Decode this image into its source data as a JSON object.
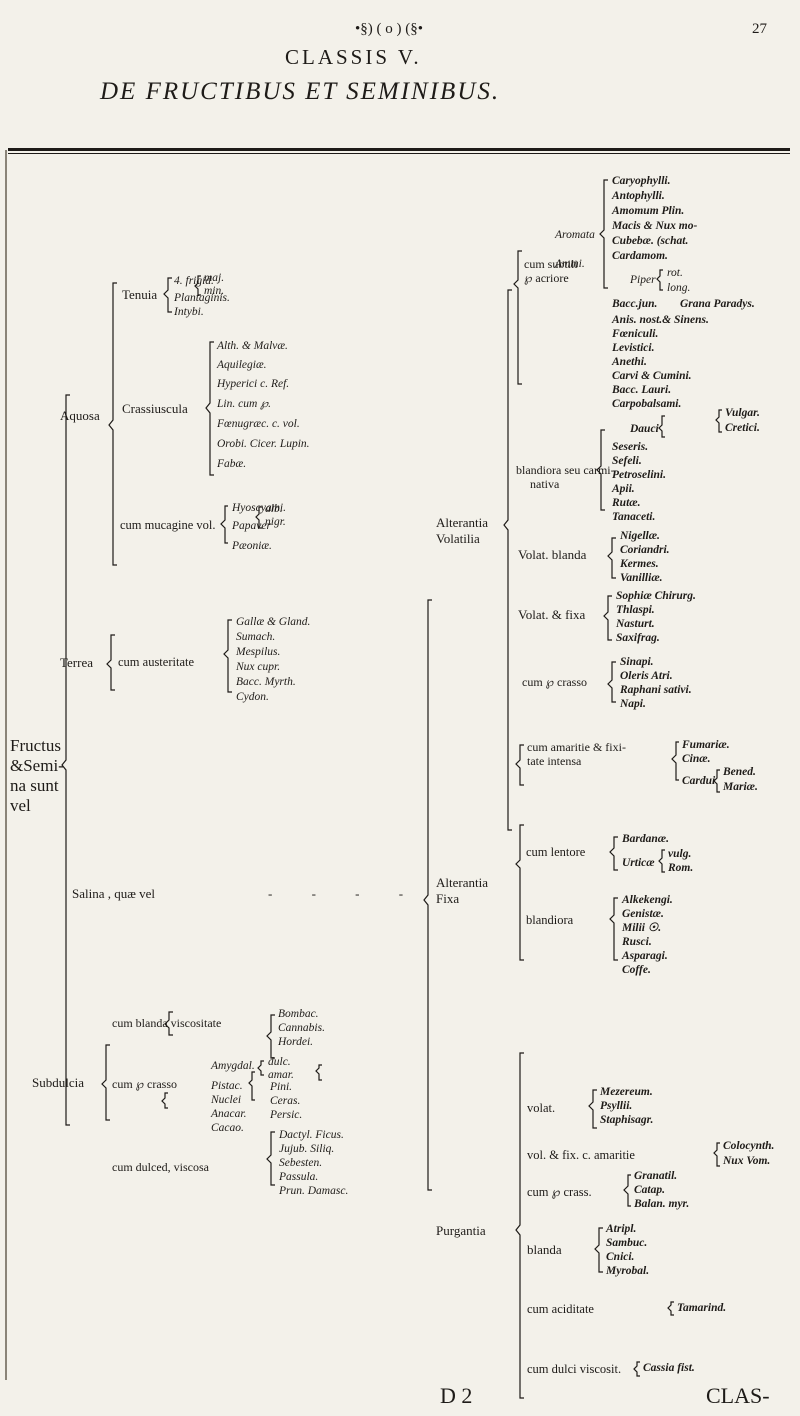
{
  "header": {
    "page_marks": "•§) ( o ) (§•",
    "page_number": "27",
    "classis": "CLASSIS V.",
    "title": "DE FRUCTIBUS ET SEMINIBUS."
  },
  "root": {
    "line1": "Fructus",
    "line2": "&Semi-",
    "line3": "na sunt",
    "line4": "vel"
  },
  "aquosa": {
    "label": "Aquosa",
    "tenuia": {
      "label": "Tenuia",
      "c4": "4. frigid.",
      "maj": "maj.",
      "min": "min.",
      "plantaginis": "Plantaginis.",
      "intybi": "Intybi."
    },
    "crassiuscula": {
      "label": "Crassiuscula",
      "items": [
        "Alth. & Malvæ.",
        "Aquilegiæ.",
        "Hyperici c. Ref.",
        "Lin. cum ℘.",
        "Fœnugræc. c. vol.",
        "Orobi. Cicer. Lupin.",
        "Fabæ."
      ]
    },
    "mucagine": {
      "label": "cum mucagine vol.",
      "hyoscyami": "Hyoscyami.",
      "papaver": "Papaver",
      "alb": "alb.",
      "nigr": "nigr.",
      "paeoniae": "Pæoniæ."
    }
  },
  "terrea": {
    "label": "Terrea",
    "sub": "cum austeritate",
    "items": [
      "Gallæ & Gland.",
      "Sumach.",
      "Mespilus.",
      "Nux cupr.",
      "Bacc. Myrth.",
      "Cydon."
    ]
  },
  "salina": {
    "label": "Salina , quæ vel",
    "dashes": "- - - -"
  },
  "subdulcia": {
    "label": "Subdulcia",
    "blanda": {
      "label": "cum blanda viscositate",
      "items": [
        "Bombac.",
        "Cannabis.",
        "Hordei."
      ]
    },
    "crasso": {
      "label": "cum ℘ crasso",
      "amygdal": "Amygdal.",
      "dulc": "dulc.",
      "amar": "amar.",
      "pistac": "Pistac.",
      "nuclei": "Nuclei",
      "anacar": "Anacar.",
      "cacao": "Cacao.",
      "pini": "Pini.",
      "ceras": "Ceras.",
      "persic": "Persic."
    },
    "dulced": {
      "label": "cum dulced, viscosa",
      "items": [
        "Dactyl. Ficus.",
        "Jujub. Siliq.",
        "Sebesten.",
        "Passula.",
        "Prun. Damasc."
      ]
    }
  },
  "alterantia_volatilia": {
    "label1": "Alterantia",
    "label2": "Volatilia",
    "fubtili": {
      "label1": "cum subtili",
      "label2": "℘ acriore",
      "aromata": "Aromata",
      "ammi": "Ammi.",
      "aromata_items": [
        "Caryophylli.",
        "Antophylli.",
        "Amomum Plin.",
        "Macis & Nux mo-",
        "Cubebæ. (schat.",
        "Cardamom."
      ],
      "piper": "Piper",
      "rot": "rot.",
      "long": "long.",
      "bacc_jun": "Bacc.jun.",
      "grana": "Grana Paradys.",
      "acriore_items": [
        "Anis. nost.& Sinens.",
        "Fœniculi.",
        "Levistici.",
        "Anethi.",
        "Carvi & Cumini.",
        "Bacc. Lauri.",
        "Carpobalsami."
      ]
    },
    "blandiora": {
      "label1": "blandiora seu carmi-",
      "label2": "nativa",
      "dauci": "Dauci",
      "vulgar": "Vulgar.",
      "cretici": "Cretici.",
      "items": [
        "Seseris.",
        "Sefeli.",
        "Petroselini.",
        "Apii.",
        "Rutæ.",
        "Tanaceti."
      ]
    },
    "volat_blanda": {
      "label": "Volat. blanda",
      "items": [
        "Nigellæ.",
        "Coriandri.",
        "Kermes.",
        "Vanilliæ."
      ]
    },
    "volat_fixa": {
      "label": "Volat. & fixa",
      "items": [
        "Sophiæ Chirurg.",
        "Thlaspi.",
        "Nasturt.",
        "Saxifrag."
      ]
    },
    "crasso": {
      "label": "cum ℘ crasso",
      "items": [
        "Sinapi.",
        "Oleris Atri.",
        "Raphani sativi.",
        "Napi."
      ]
    },
    "amaritie": {
      "label1": "cum amaritie & fixi-",
      "label2": "tate intensa",
      "fumariae": "Fumariæ.",
      "cinae": "Cinæ.",
      "cardui": "Cardui",
      "bened": "Bened.",
      "mariae": "Mariæ."
    }
  },
  "alterantia_fixa": {
    "label1": "Alterantia",
    "label2": "Fixa",
    "lentore": {
      "label": "cum lentore",
      "bardanae": "Bardanæ.",
      "urticae": "Urticæ",
      "vulg": "vulg.",
      "rom": "Rom."
    },
    "blandiora": {
      "label": "blandiora",
      "items": [
        "Alkekengi.",
        "Genistæ.",
        "Milii ☉.",
        "Rusci.",
        "Asparagi.",
        "Coffe."
      ]
    }
  },
  "purgantia": {
    "label": "Purgantia",
    "volat": {
      "label": "volat.",
      "items": [
        "Mezereum.",
        "Psyllii.",
        "Staphisagr."
      ]
    },
    "vol_fix": {
      "label": "vol. & fix. c. amaritie",
      "items": [
        "Colocynth.",
        "Nux Vom."
      ]
    },
    "crass": {
      "label": "cum ℘ crass.",
      "items": [
        "Granatil.",
        "Catap.",
        "Balan. myr."
      ]
    },
    "blanda": {
      "label": "blanda",
      "items": [
        "Atripl.",
        "Sambuc.",
        "Cnici.",
        "Myrobal."
      ]
    },
    "aciditate": {
      "label": "cum aciditate",
      "item": "Tamarind."
    },
    "dulci": {
      "label": "cum dulci viscosit.",
      "item": "Cassia fist."
    }
  },
  "footer": {
    "signature": "D 2",
    "catchword": "CLAS-"
  }
}
